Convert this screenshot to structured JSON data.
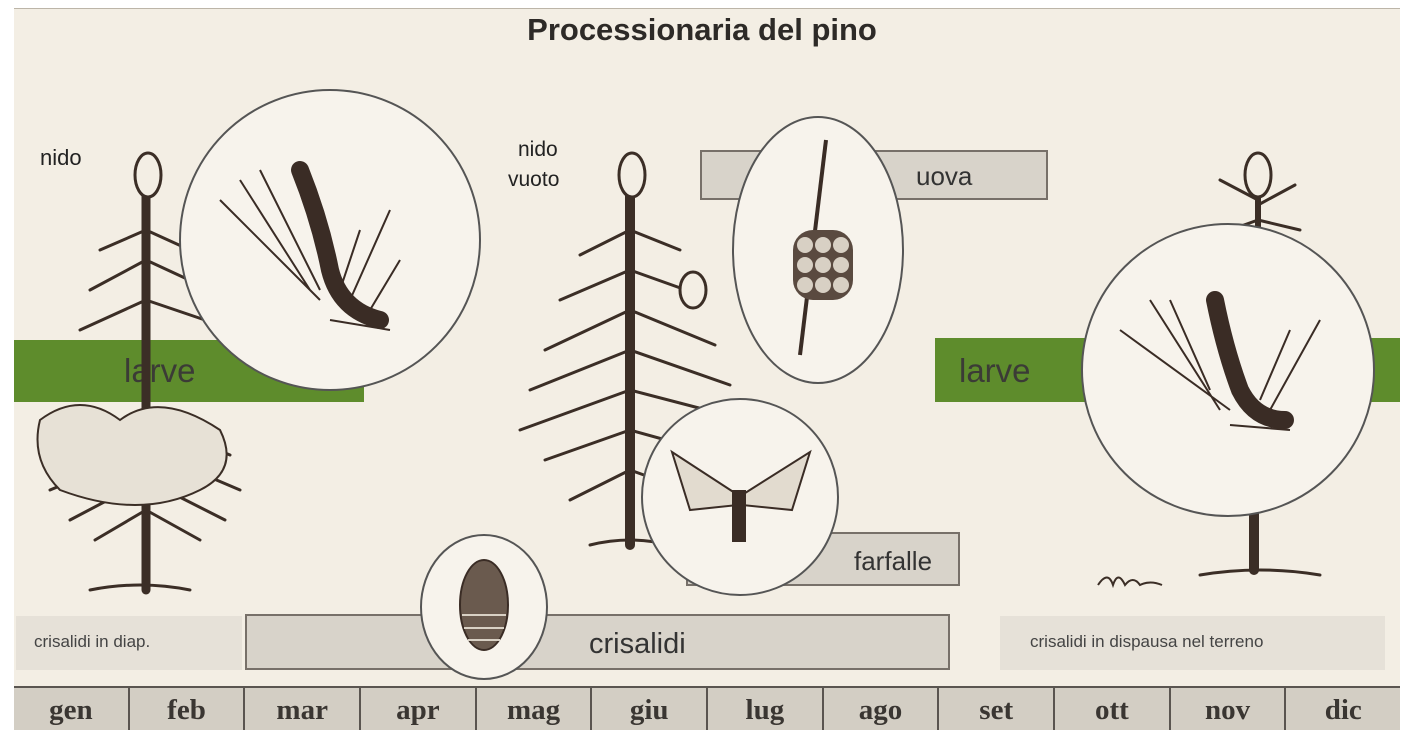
{
  "title": "Processionaria del pino",
  "labels": {
    "nido": "nido",
    "nido_vuoto_1": "nido",
    "nido_vuoto_2": "vuoto"
  },
  "bars": {
    "larve_left": "larve",
    "larve_right": "larve",
    "uova": "uova",
    "farfalle": "farfalle",
    "crisalidi": "crisalidi",
    "crisalidi_diap": "crisalidi in diap.",
    "crisalidi_terreno": "crisalidi in dispausa nel terreno"
  },
  "months": [
    "gen",
    "feb",
    "mar",
    "apr",
    "mag",
    "giu",
    "lug",
    "ago",
    "set",
    "ott",
    "nov",
    "dic"
  ],
  "colors": {
    "background": "#f3eee4",
    "larve_bar": "#5e8c2c",
    "grey_bar": "#d8d3ca",
    "ink": "#3a3632"
  }
}
